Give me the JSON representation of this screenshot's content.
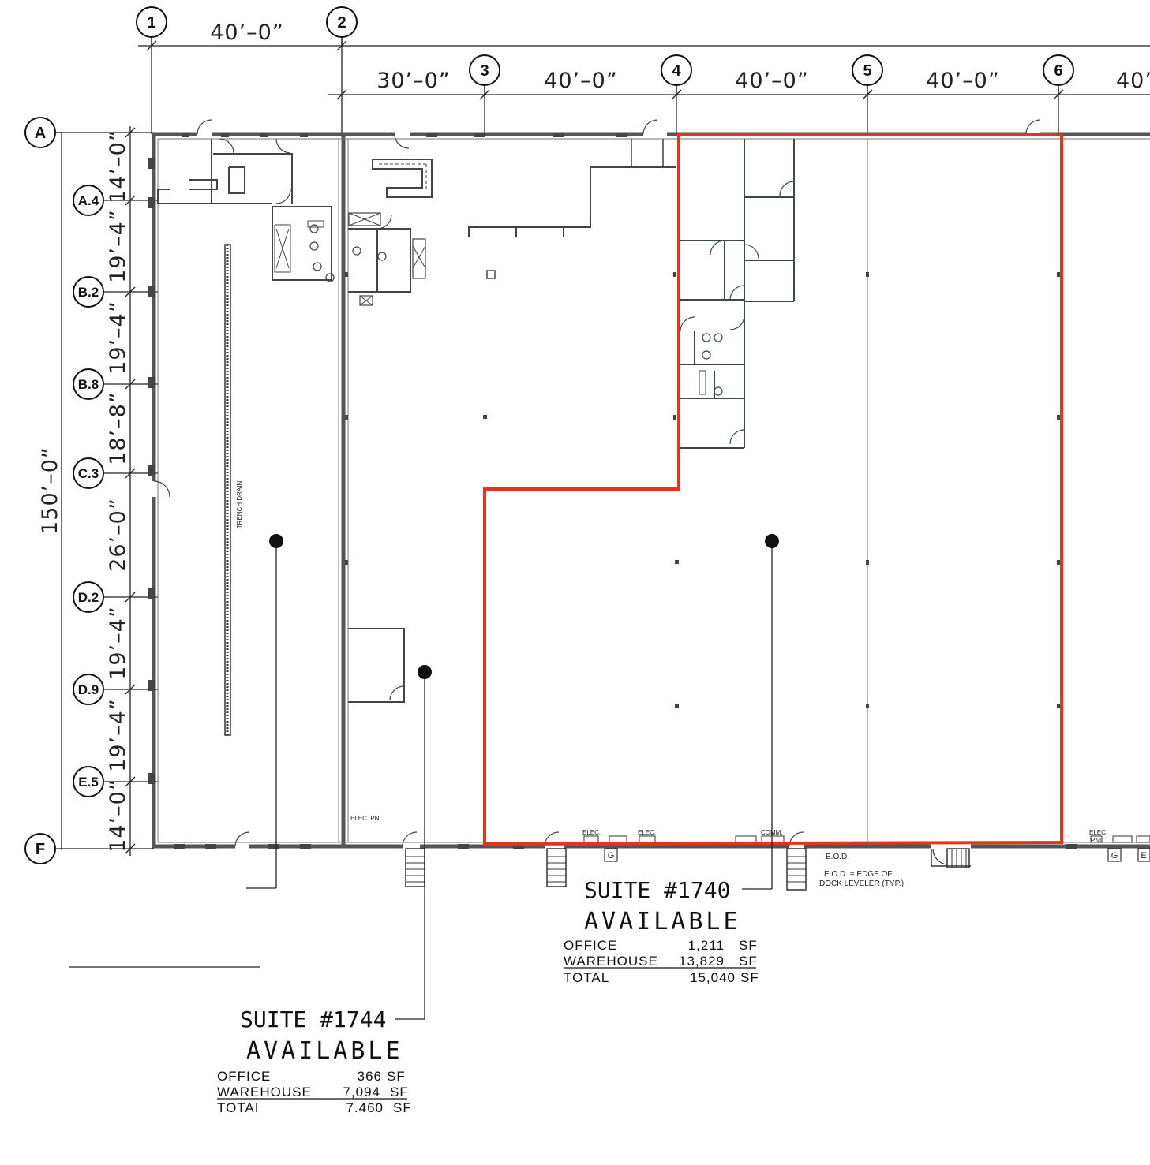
{
  "grid_columns": [
    {
      "label": "1"
    },
    {
      "label": "2"
    },
    {
      "label": "3"
    },
    {
      "label": "4"
    },
    {
      "label": "5"
    },
    {
      "label": "6"
    }
  ],
  "grid_rows": [
    {
      "label": "A"
    },
    {
      "label": "A.4"
    },
    {
      "label": "B.2"
    },
    {
      "label": "B.8"
    },
    {
      "label": "C.3"
    },
    {
      "label": "D.2"
    },
    {
      "label": "D.9"
    },
    {
      "label": "E.5"
    },
    {
      "label": "F"
    }
  ],
  "top_dimensions": {
    "row1": [
      "40’–0”"
    ],
    "row2": [
      "30’–0”",
      "40’–0”",
      "40’–0”",
      "40’–0”",
      "40’"
    ]
  },
  "side_dimensions": [
    "14’–0”",
    "19’–4”",
    "19’–4”",
    "18’–8”",
    "26’–0”",
    "19’–4”",
    "19’–4”",
    "14’–0”"
  ],
  "overall_dimension": "150’–0”",
  "labels": {
    "trench_drain": "TRENCH DRAIN",
    "elec_pnl": "ELEC. PNL",
    "eod": "E.O.D.",
    "eod_note_1": "E.O.D. = EDGE OF",
    "eod_note_2": "DOCK LEVELER (TYP.)",
    "g1": "G",
    "g2": "G",
    "e": "E",
    "elec": "ELEC.",
    "comm": "COMM.",
    "elec2": "ELEC.",
    "elec3": "ELEC.",
    "pnl": "PNL"
  },
  "suite_1740": {
    "title": "SUITE #1740",
    "status": "AVAILABLE",
    "rows": [
      {
        "label": "OFFICE",
        "value": "1,211",
        "unit": "SF"
      },
      {
        "label": "WAREHOUSE",
        "value": "13,829",
        "unit": "SF"
      },
      {
        "label": "TOTAL",
        "value": "15,040",
        "unit": "SF"
      }
    ]
  },
  "suite_1744": {
    "title": "SUITE #1744",
    "status": "AVAILABLE",
    "rows": [
      {
        "label": "OFFICE",
        "value": "366",
        "unit": "SF"
      },
      {
        "label": "WAREHOUSE",
        "value": "7,094",
        "unit": "SF"
      },
      {
        "label": "TOTAI",
        "value": "7.460",
        "unit": "SF"
      }
    ]
  },
  "colors": {
    "highlight": "#e8311f",
    "wall": "#555555",
    "line": "#222222"
  }
}
